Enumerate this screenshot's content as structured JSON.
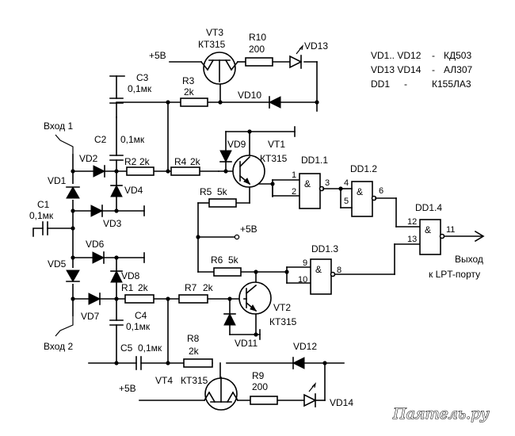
{
  "legend": {
    "row1": {
      "parts": "VD1.. VD12",
      "dash": "-",
      "type": "КД503"
    },
    "row2": {
      "parts": "VD13  VD14",
      "dash": "-",
      "type": "АЛ307"
    },
    "row3": {
      "parts": "DD1",
      "dash": "-",
      "type": "К155ЛА3"
    }
  },
  "inputs": {
    "in1": "Вход 1",
    "in2": "Вход 2"
  },
  "output": {
    "line1": "Выход",
    "line2": "к LPT-порту"
  },
  "supply": {
    "plus5_top": "+5В",
    "plus5_mid": "+5В",
    "plus5_bottom": "+5В"
  },
  "transistors": {
    "vt1": {
      "ref": "VT1",
      "type": "КТ315"
    },
    "vt2": {
      "ref": "VT2",
      "type": "КТ315"
    },
    "vt3": {
      "ref": "VT3",
      "type": "КТ315"
    },
    "vt4": {
      "ref": "VT4",
      "type": "КТ315"
    }
  },
  "resistors": {
    "r1": {
      "ref": "R1",
      "value": "2k"
    },
    "r2": {
      "ref": "R2",
      "value": "2k"
    },
    "r3": {
      "ref": "R3",
      "value": "2k"
    },
    "r4": {
      "ref": "R4",
      "value": "2k"
    },
    "r5": {
      "ref": "R5",
      "value": "5k"
    },
    "r6": {
      "ref": "R6",
      "value": "5k"
    },
    "r7": {
      "ref": "R7",
      "value": "2k"
    },
    "r8": {
      "ref": "R8",
      "value": "2k"
    },
    "r9": {
      "ref": "R9",
      "value": "200"
    },
    "r10": {
      "ref": "R10",
      "value": "200"
    }
  },
  "capacitors": {
    "c1": {
      "ref": "C1",
      "value": "0,1мк"
    },
    "c2": {
      "ref": "C2",
      "value": "0,1мк"
    },
    "c3": {
      "ref": "C3",
      "value": "0,1мк"
    },
    "c4": {
      "ref": "C4",
      "value": "0,1мк"
    },
    "c5": {
      "ref": "C5",
      "value": "0,1мк"
    }
  },
  "diodes": {
    "vd1": "VD1",
    "vd2": "VD2",
    "vd3": "VD3",
    "vd4": "VD4",
    "vd5": "VD5",
    "vd6": "VD6",
    "vd7": "VD7",
    "vd8": "VD8",
    "vd9": "VD9",
    "vd10": "VD10",
    "vd11": "VD11",
    "vd12": "VD12",
    "vd13": "VD13",
    "vd14": "VD14"
  },
  "gates": {
    "dd1_1": {
      "ref": "DD1.1",
      "symbol": "&",
      "in_a": "1",
      "in_b": "2",
      "out": "3"
    },
    "dd1_2": {
      "ref": "DD1.2",
      "symbol": "&",
      "in_a": "4",
      "in_b": "5",
      "out": "6"
    },
    "dd1_3": {
      "ref": "DD1.3",
      "symbol": "&",
      "in_a": "9",
      "in_b": "10",
      "out": "8"
    },
    "dd1_4": {
      "ref": "DD1.4",
      "symbol": "&",
      "in_a": "12",
      "in_b": "13",
      "out": "11"
    }
  },
  "watermark": "Паятель.ру"
}
